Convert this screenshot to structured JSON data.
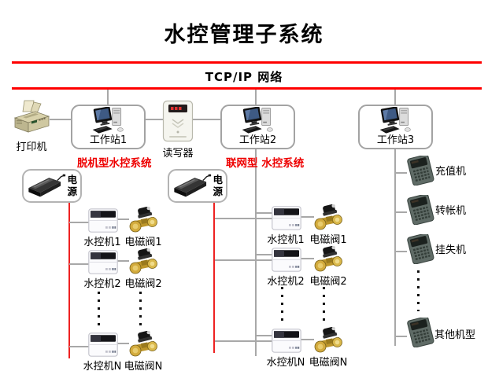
{
  "title": "水控管理子系统",
  "network_label": "TCP/IP  网络",
  "top_row": {
    "printer": "打印机",
    "workstation1": "工作站1",
    "reader": "读写器",
    "workstation2": "工作站2",
    "workstation3": "工作站3"
  },
  "section_labels": {
    "offline": "脱机型水控系统",
    "online": "联网型 水控系统"
  },
  "offline_column": {
    "power": "电源",
    "rows": [
      {
        "machine": "水控机1",
        "valve": "电磁阀1"
      },
      {
        "machine": "水控机2",
        "valve": "电磁阀2"
      },
      {
        "machine": "水控机N",
        "valve": "电磁阀N"
      }
    ]
  },
  "online_column": {
    "power": "电源",
    "rows": [
      {
        "machine": "水控机1",
        "valve": "电磁阀1"
      },
      {
        "machine": "水控机2",
        "valve": "电磁阀2"
      },
      {
        "machine": "水控机N",
        "valve": "电磁阀N"
      }
    ]
  },
  "terminal_column": {
    "items": [
      {
        "label": "充值机"
      },
      {
        "label": "转帐机"
      },
      {
        "label": "挂失机"
      },
      {
        "label": "其他机型"
      }
    ]
  },
  "colors": {
    "rule_red": "#ff0000",
    "power_line_red": "#ee2222",
    "data_line_gray": "#a8a8a8",
    "section_text_red": "#ee0000"
  }
}
